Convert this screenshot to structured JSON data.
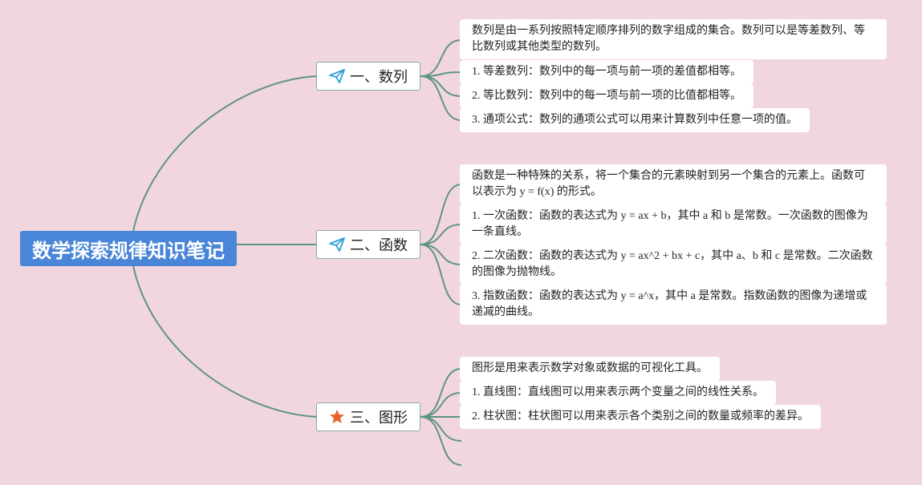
{
  "root": {
    "title": "数学探索规律知识笔记"
  },
  "branches": [
    {
      "title": "一、数列",
      "icon": "paper-plane-icon",
      "leaves": [
        "数列是由一系列按照特定顺序排列的数字组成的集合。数列可以是等差数列、等比数列或其他类型的数列。",
        "1. 等差数列：数列中的每一项与前一项的差值都相等。",
        "2. 等比数列：数列中的每一项与前一项的比值都相等。",
        "3. 通项公式：数列的通项公式可以用来计算数列中任意一项的值。"
      ]
    },
    {
      "title": "二、函数",
      "icon": "paper-plane-icon",
      "leaves": [
        "函数是一种特殊的关系，将一个集合的元素映射到另一个集合的元素上。函数可以表示为 y = f(x) 的形式。",
        "1. 一次函数：函数的表达式为 y = ax + b，其中 a 和 b 是常数。一次函数的图像为一条直线。",
        "2. 二次函数：函数的表达式为 y = ax^2 + bx + c，其中 a、b 和 c 是常数。二次函数的图像为抛物线。",
        "3. 指数函数：函数的表达式为 y = a^x，其中 a 是常数。指数函数的图像为递增或递减的曲线。"
      ]
    },
    {
      "title": "三、图形",
      "icon": "star-icon",
      "leaves": [
        "图形是用来表示数学对象或数据的可视化工具。",
        "1. 直线图：直线图可以用来表示两个变量之间的线性关系。",
        "2. 柱状图：柱状图可以用来表示各个类别之间的数量或频率的差异。"
      ]
    }
  ],
  "colors": {
    "background": "#f2d6de",
    "root": "#4a86d8",
    "connector": "#5f9482",
    "plane_icon": "#2e9fd8",
    "star_icon": "#e8612c"
  }
}
